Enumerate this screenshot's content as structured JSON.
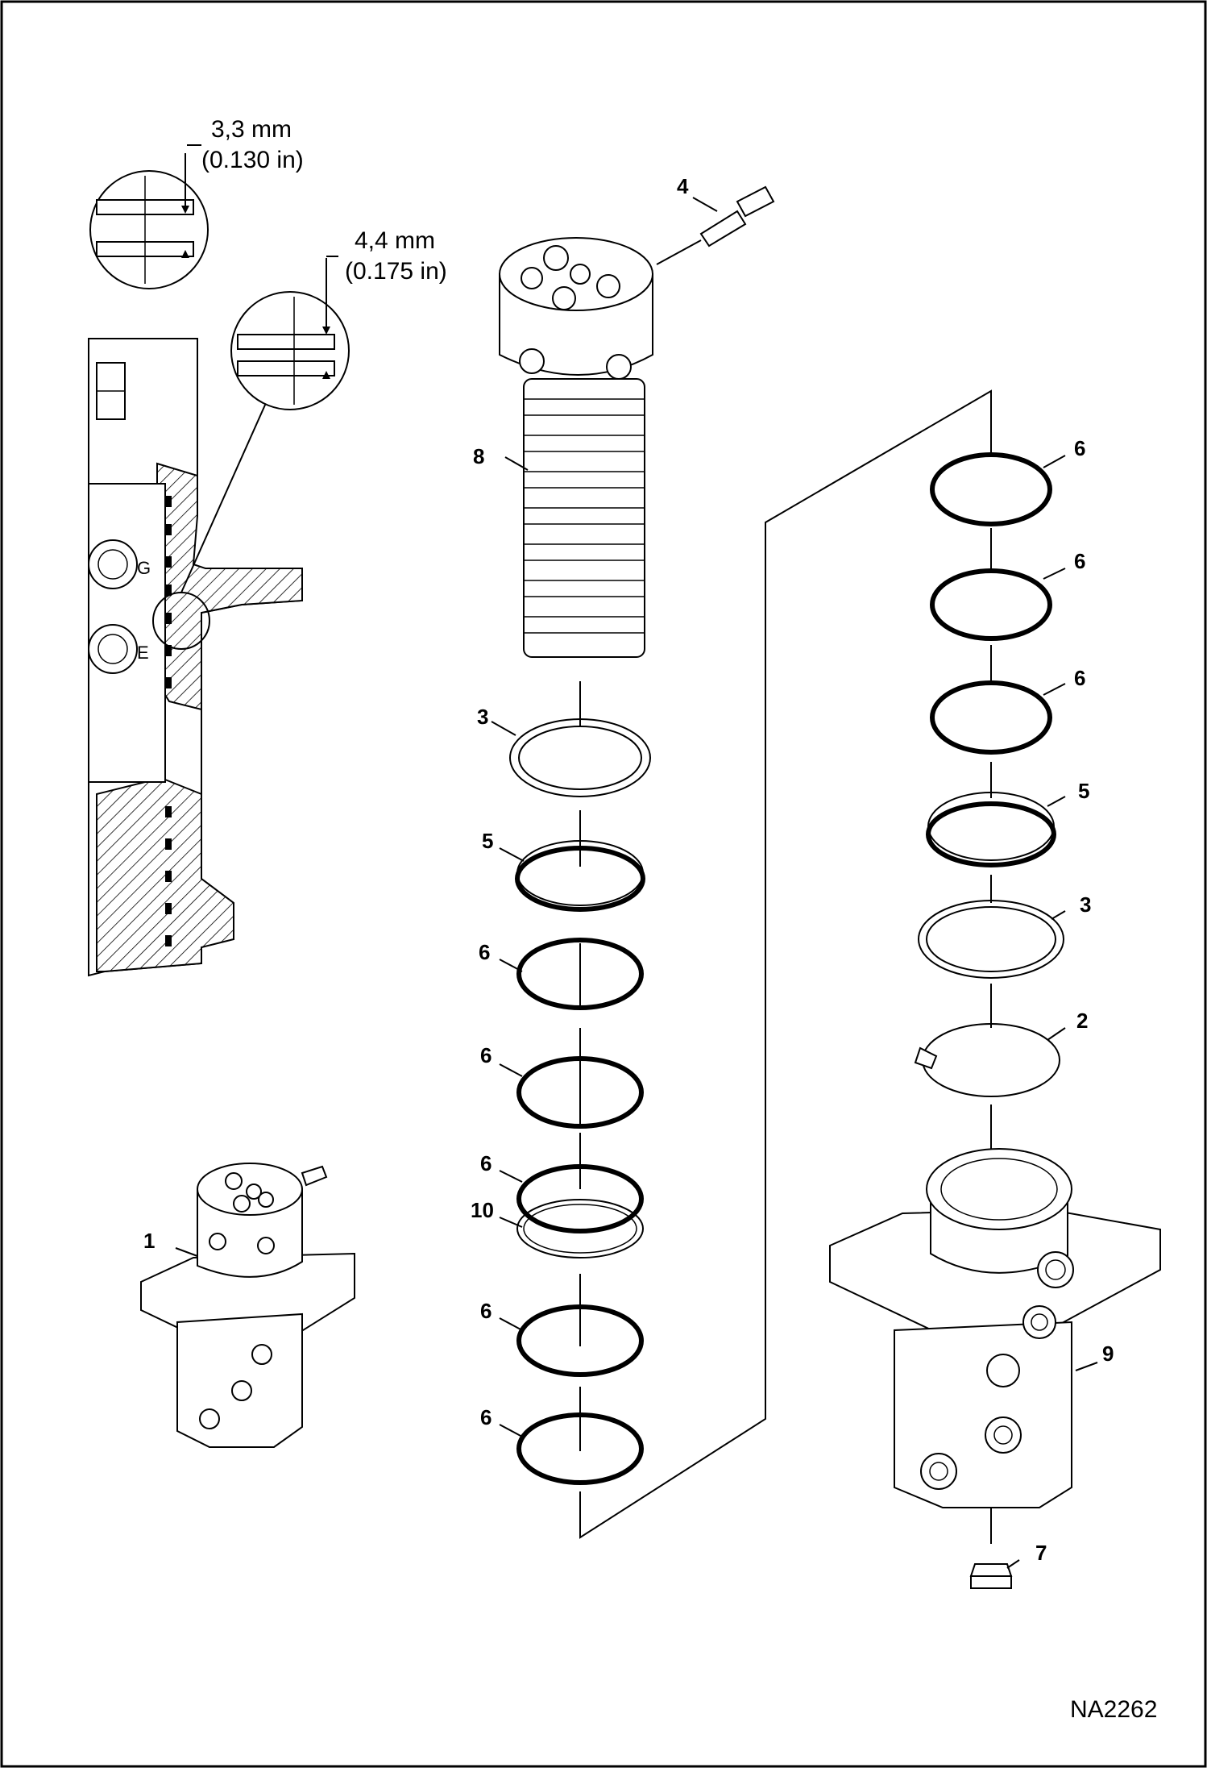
{
  "drawing": {
    "code": "NA2262",
    "detail_top": {
      "metric": "3,3 mm",
      "imperial": "(0.130 in)"
    },
    "detail_bottom": {
      "metric": "4,4 mm",
      "imperial": "(0.175 in)"
    },
    "callouts": {
      "c1": "1",
      "c2": "2",
      "c3_left": "3",
      "c3_right": "3",
      "c4": "4",
      "c5_left": "5",
      "c5_right": "5",
      "c6_r1": "6",
      "c6_r2": "6",
      "c6_r3": "6",
      "c6_l1": "6",
      "c6_l2": "6",
      "c6_l3": "6",
      "c6_l4": "6",
      "c6_l5": "6",
      "c7": "7",
      "c8": "8",
      "c9": "9",
      "c10": "10"
    }
  }
}
